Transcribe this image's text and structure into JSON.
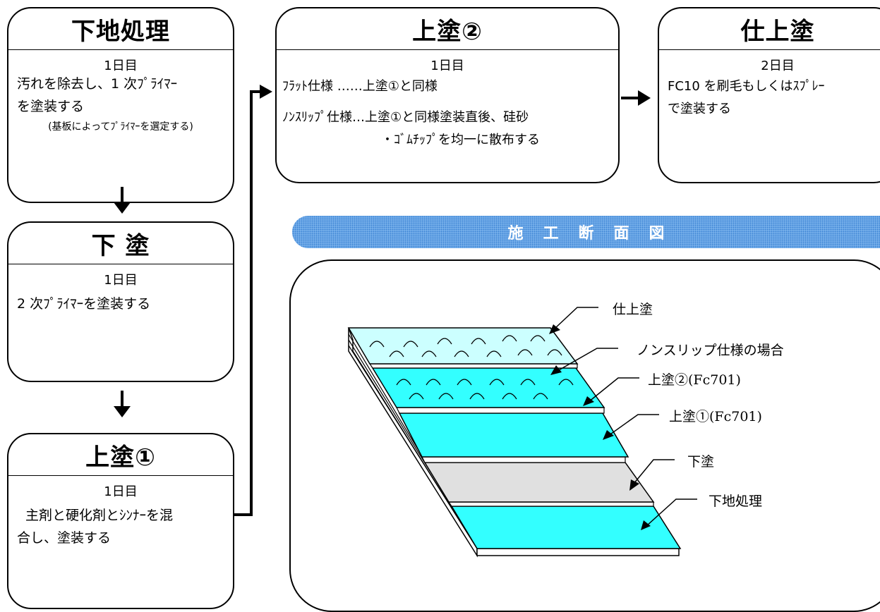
{
  "boxes": {
    "base": {
      "title": "下地処理",
      "day": "1日目",
      "line1": "汚れを除去し、1 次ﾌﾟﾗｲﾏｰ",
      "line2": "を塗装する",
      "note": "(基板によってﾌﾟﾗｲﾏｰを選定する)"
    },
    "under": {
      "title": "下 塗",
      "day": "1日目",
      "line1": "2 次ﾌﾟﾗｲﾏｰを塗装する"
    },
    "top1": {
      "title": "上塗①",
      "day": "1日目",
      "line1": "主剤と硬化剤とｼﾝﾅｰを混",
      "line2": "合し、塗装する"
    },
    "top2": {
      "title": "上塗②",
      "day": "1日目",
      "line1": "ﾌﾗｯﾄ仕様 ……上塗①と同様",
      "line2": "ﾉﾝｽﾘｯﾌﾟ仕様…上塗①と同様塗装直後、硅砂",
      "line3": "・ｺﾞﾑﾁｯﾌﾟを均一に散布する"
    },
    "finish": {
      "title": "仕上塗",
      "day": "2日目",
      "line1": "FC10 を刷毛もしくはｽﾌﾟﾚｰ",
      "line2": "で塗装する"
    }
  },
  "section": {
    "banner": "施工断面図",
    "labels": {
      "finish": "仕上塗",
      "nonslip": "ノンスリップ仕様の場合",
      "top2": "上塗②(Fc701)",
      "top1": "上塗①(Fc701)",
      "under": "下塗",
      "base": "下地処理"
    }
  },
  "colors": {
    "cyan": "#33ffff",
    "light_cyan": "#ccffff",
    "gray": "#e0e0e0",
    "banner": "#6aaae8"
  }
}
